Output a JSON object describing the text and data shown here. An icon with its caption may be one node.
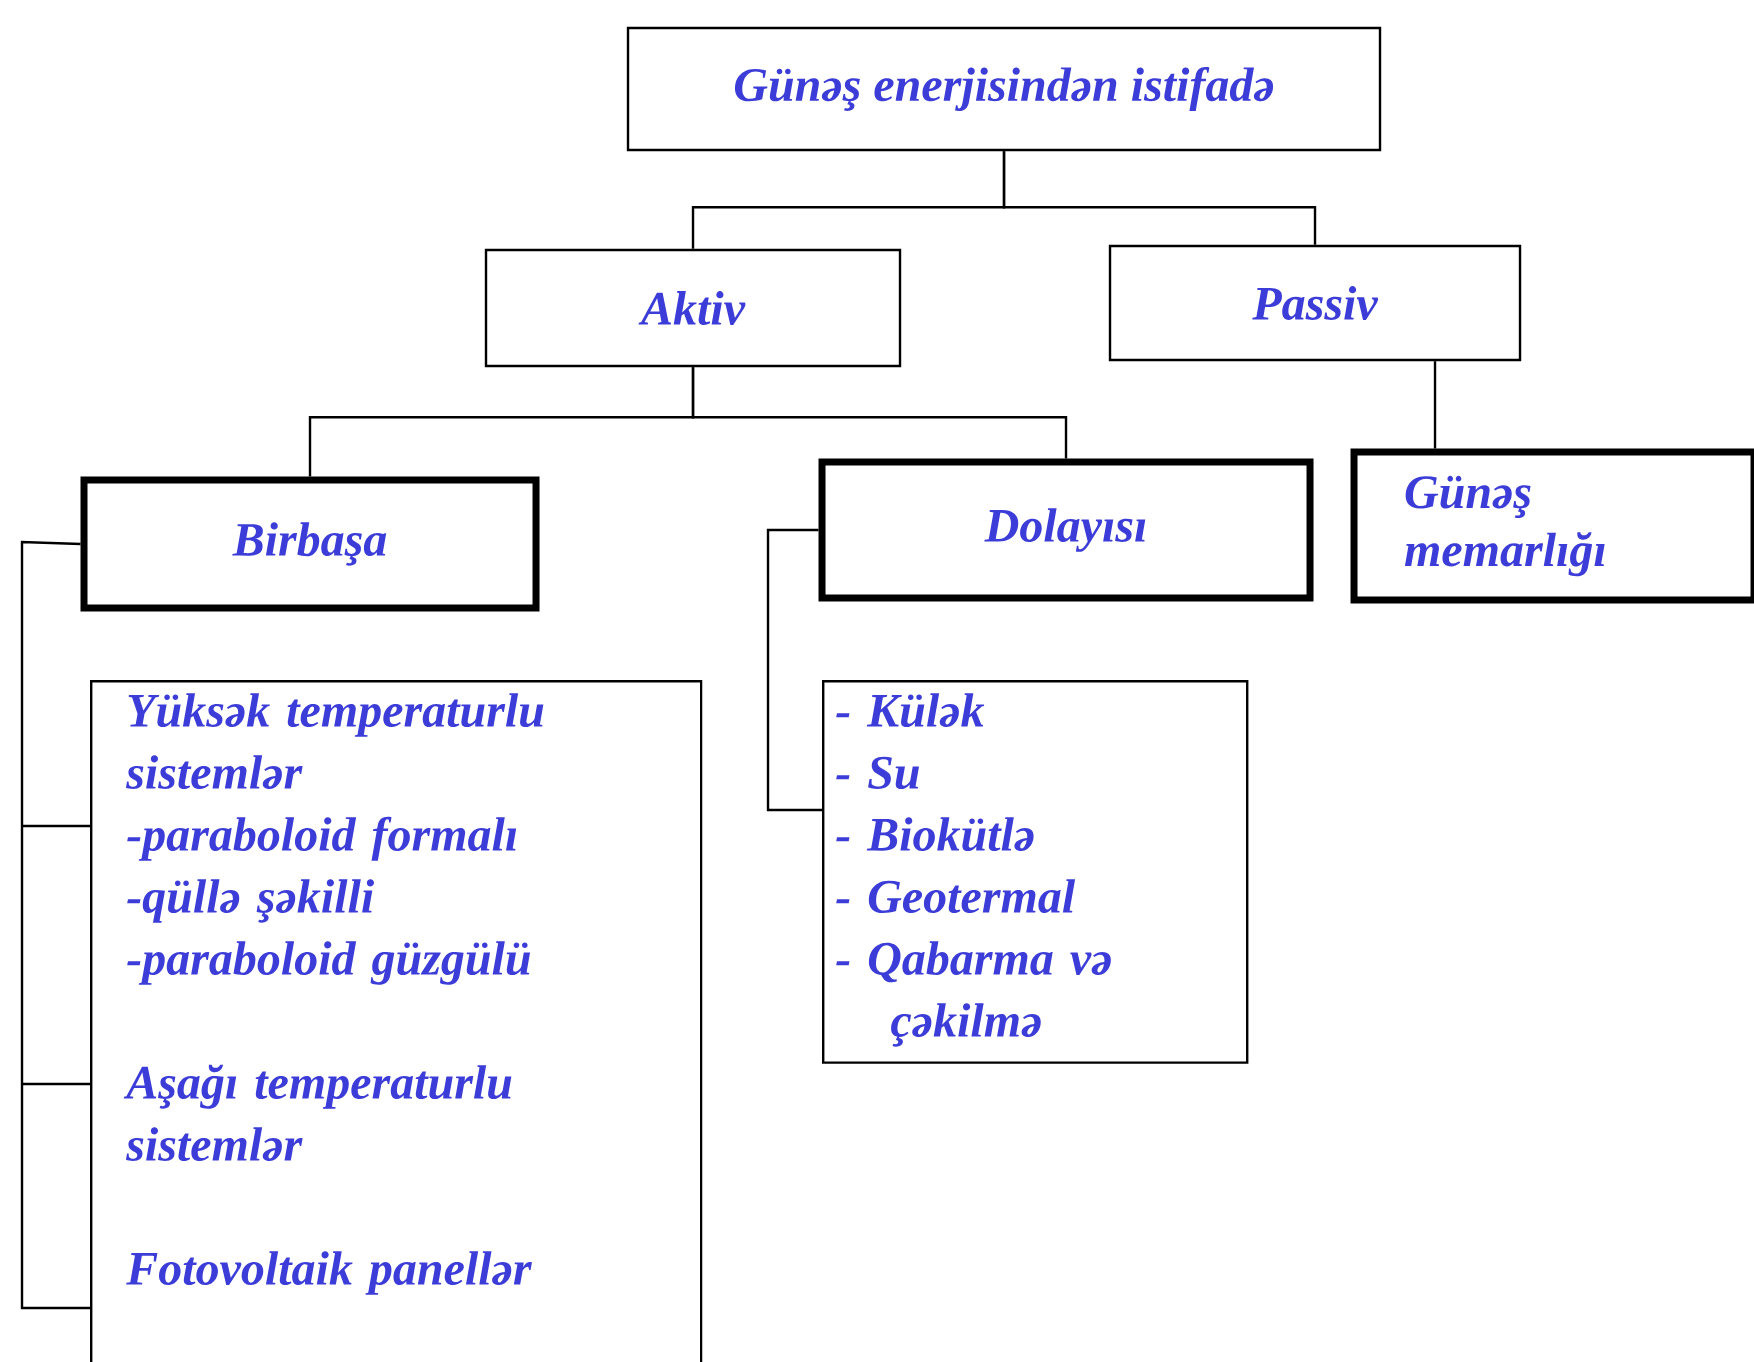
{
  "diagram": {
    "nodes": [
      {
        "text": [
          "Günəş enerjisindən istifadə"
        ]
      },
      {
        "text": [
          "Aktiv"
        ]
      },
      {
        "text": [
          "Passiv"
        ]
      },
      {
        "text": [
          "Birbaşa"
        ]
      },
      {
        "text": [
          "Dolayısı"
        ]
      },
      {
        "text": [
          "Günəş memarlığı"
        ]
      },
      {
        "text": [
          "Yüksək temperaturlu sistemlər",
          "-paraboloid formalı",
          "-qüllə şəkilli",
          "-paraboloid güzgülü",
          "Aşağı temperaturlu sistemlər",
          "Fotovoltaik panellər"
        ]
      },
      {
        "text": [
          "- Külək",
          "- Su",
          "- Biokütlə",
          "- Geotermal",
          "- Qabarma və çəkilmə"
        ]
      }
    ],
    "edges": [
      {
        "from": 0,
        "to": 1,
        "arrow": "none"
      },
      {
        "from": 0,
        "to": 2,
        "arrow": "none"
      },
      {
        "from": 1,
        "to": 3,
        "arrow": "none"
      },
      {
        "from": 1,
        "to": 4,
        "arrow": "none"
      },
      {
        "from": 2,
        "to": 5,
        "arrow": "none"
      },
      {
        "from": 3,
        "to": 6,
        "arrow": "none"
      },
      {
        "from": 4,
        "to": 7,
        "arrow": "none"
      }
    ]
  }
}
